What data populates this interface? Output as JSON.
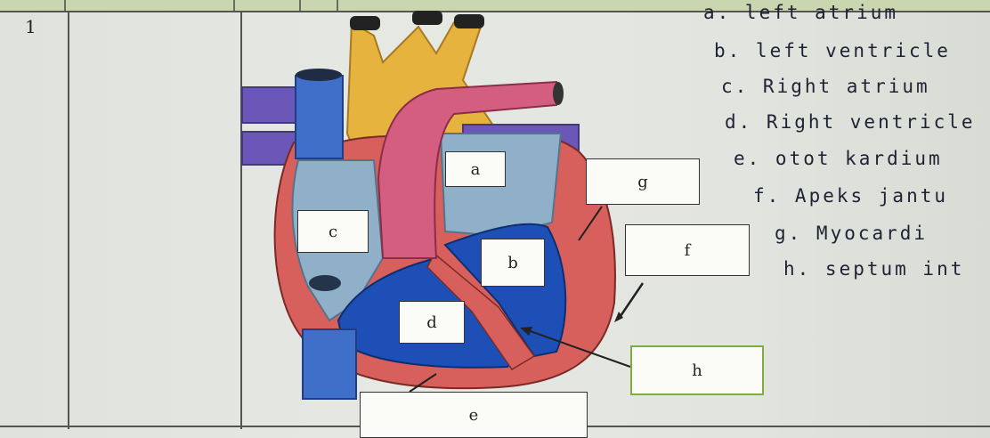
{
  "row": {
    "number": "1"
  },
  "diagram": {
    "labels": {
      "a": "a",
      "b": "b",
      "c": "c",
      "d": "d",
      "e": "e",
      "f": "f",
      "g": "g",
      "h": "h"
    }
  },
  "answers": [
    "a. left atrium",
    "b. left ventricle",
    "c. Right atrium",
    "d. Right ventricle",
    "e. otot kardium",
    "f. Apeks jantu",
    "g. Myocardi",
    "h. septum int"
  ],
  "colors": {
    "aorta": "#e7b33f",
    "pulmonary": "#d45e7f",
    "vena_cava": "#3f6fc9",
    "pulmonary_vein": "#6a57b8",
    "myocardium": "#d8605c",
    "right_chambers": "#1e4fb6",
    "atria_fill": "#8fb0c8",
    "green_box": "#7fae3e"
  }
}
